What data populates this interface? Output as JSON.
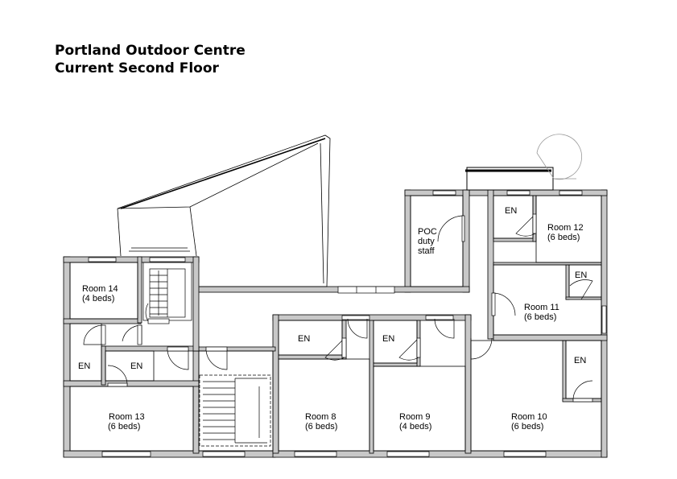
{
  "title": {
    "line1": "Portland Outdoor Centre",
    "line2": "Current Second Floor"
  },
  "rooms": {
    "poc_line1": "POC",
    "poc_line2": "duty",
    "poc_line3": "staff",
    "room12_name": "Room 12",
    "room12_beds": "(6 beds)",
    "room11_name": "Room 11",
    "room11_beds": "(6 beds)",
    "room14_name": "Room 14",
    "room14_beds": "(4 beds)",
    "room13_name": "Room 13",
    "room13_beds": "(6 beds)",
    "room8_name": "Room 8",
    "room8_beds": "(6 beds)",
    "room9_name": "Room 9",
    "room9_beds": "(4 beds)",
    "room10_name": "Room 10",
    "room10_beds": "(6 beds)",
    "ensuite": "EN"
  },
  "colors": {
    "wall": "#c8c8c8",
    "line": "#000000"
  }
}
